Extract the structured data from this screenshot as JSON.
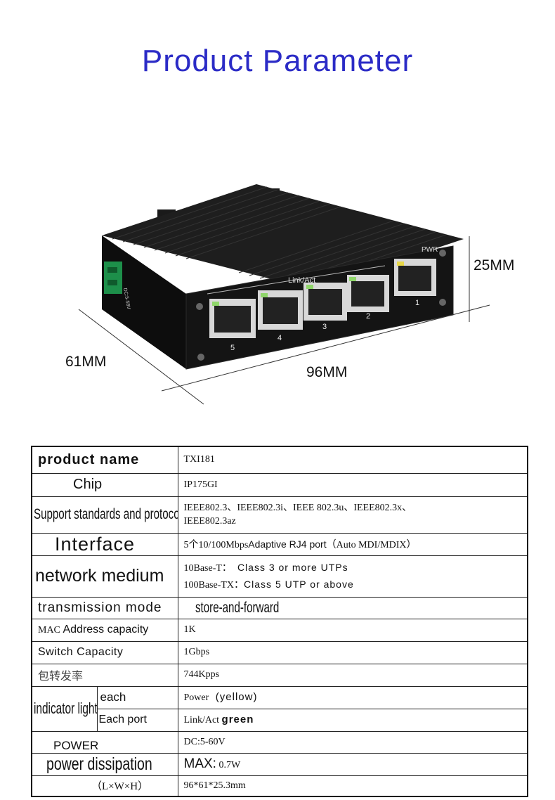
{
  "title": "Product Parameter",
  "dimensions": {
    "height": "25MM",
    "depth": "61MM",
    "width": "96MM"
  },
  "device_labels": {
    "link_act": "Link/Act",
    "pwr": "PWR",
    "dc": "DC:5-58V",
    "ports": [
      "5",
      "4",
      "3",
      "2",
      "1"
    ]
  },
  "colors": {
    "title": "#2b2bc6",
    "device_body": "#141414"
  },
  "params": {
    "product_name": {
      "key": "product name",
      "value": "TXI181"
    },
    "chip": {
      "key": "Chip",
      "value": "IP175GI"
    },
    "standards": {
      "key": "Support standards and protocols",
      "value_line1": "IEEE802.3、IEEE802.3i、IEEE 802.3u、IEEE802.3x、",
      "value_line2": "IEEE802.3az"
    },
    "interface": {
      "key": "Interface",
      "value_a": "5个10/100Mbps",
      "value_b": "Adaptive RJ4 port",
      "value_c": "（Auto MDI/MDIX）"
    },
    "medium": {
      "key": "network medium",
      "line1_a": "10Base-T：",
      "line1_b": "Class 3 or more UTPs",
      "line2_a": "100Base-TX：",
      "line2_b": "Class 5 UTP or above"
    },
    "transmission": {
      "key": "transmission mode",
      "value": "store-and-forward"
    },
    "mac": {
      "key_a": "MAC",
      "key_b": "Address capacity",
      "value": "1K"
    },
    "switch_capacity": {
      "key": "Switch Capacity",
      "value": "1Gbps"
    },
    "forwarding": {
      "key": "包转发率",
      "value": "744Kpps"
    },
    "indicator": {
      "key": "indicator light",
      "each": "each",
      "each_value_a": "Power",
      "each_value_b": "(yellow)",
      "each_port": "Each port",
      "port_value_a": "Link/Act",
      "port_value_b": "green"
    },
    "power": {
      "key": "POWER",
      "value": "DC:5-60V"
    },
    "dissipation": {
      "key": "power dissipation",
      "value_a": "MAX:",
      "value_b": "0.7W"
    },
    "size": {
      "key": "（L×W×H）",
      "value": "96*61*25.3mm"
    }
  }
}
